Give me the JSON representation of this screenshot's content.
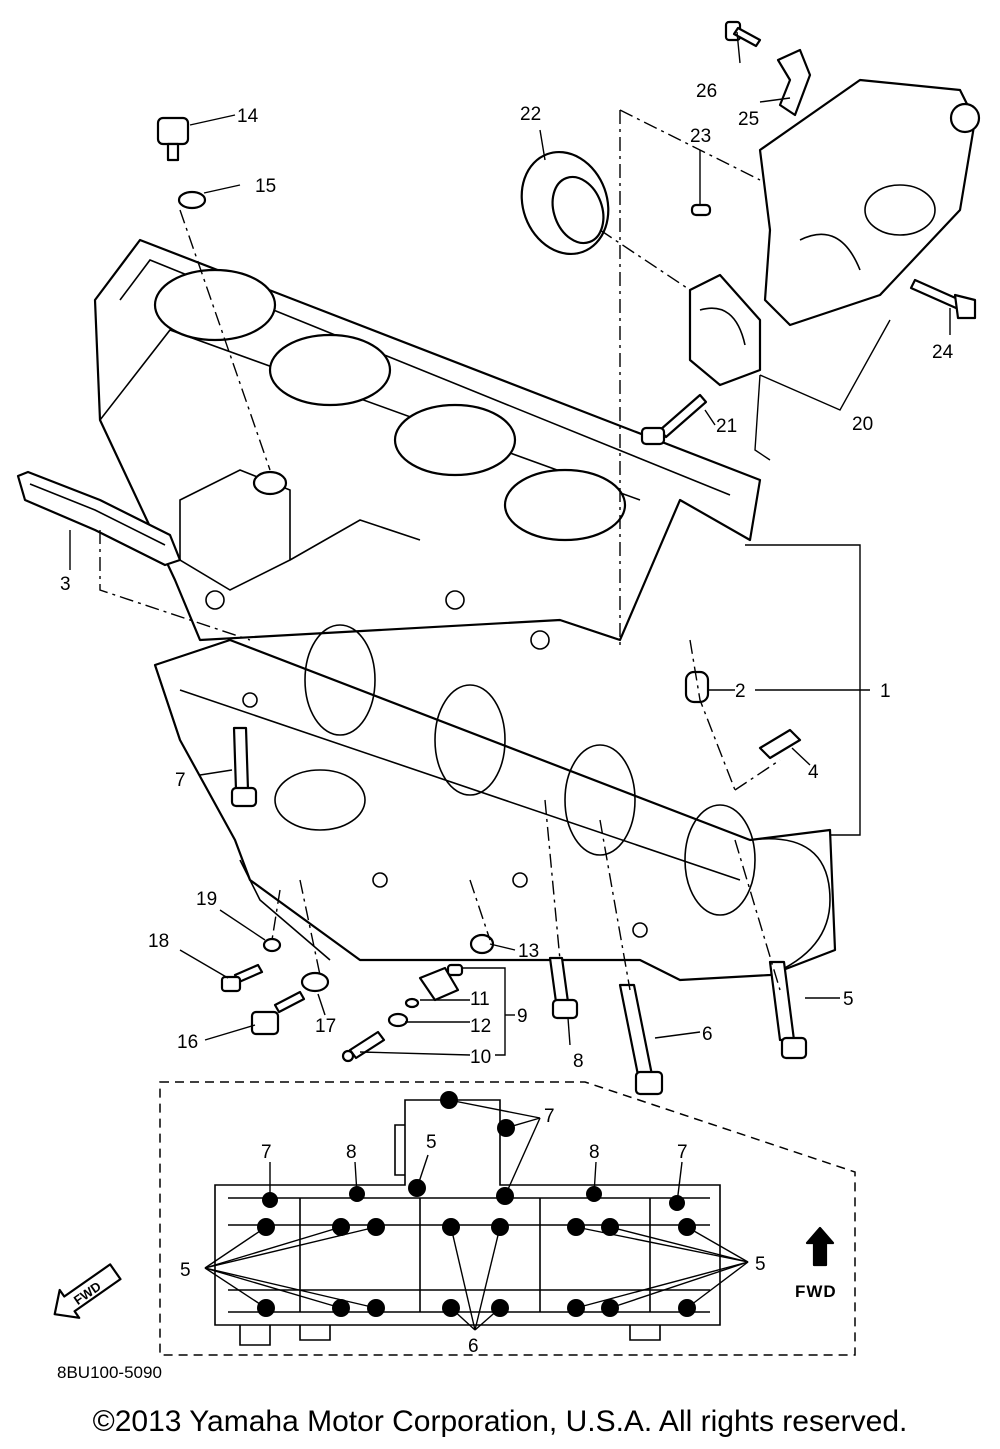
{
  "diagram": {
    "callouts": [
      "1",
      "2",
      "3",
      "4",
      "5",
      "6",
      "7",
      "8",
      "9",
      "10",
      "11",
      "12",
      "13",
      "14",
      "15",
      "16",
      "17",
      "18",
      "19",
      "20",
      "21",
      "22",
      "23",
      "24",
      "25",
      "26"
    ],
    "inset": {
      "callouts_top": [
        "7",
        "8",
        "5",
        "7",
        "8",
        "7"
      ],
      "callouts_side": [
        "5",
        "5"
      ],
      "callout_bottom": "6",
      "fwd_label": "FWD",
      "fwd_badge": "FWD"
    }
  },
  "diagram_code": "8BU100-5090",
  "copyright": "©2013 Yamaha Motor Corporation, U.S.A. All rights reserved."
}
